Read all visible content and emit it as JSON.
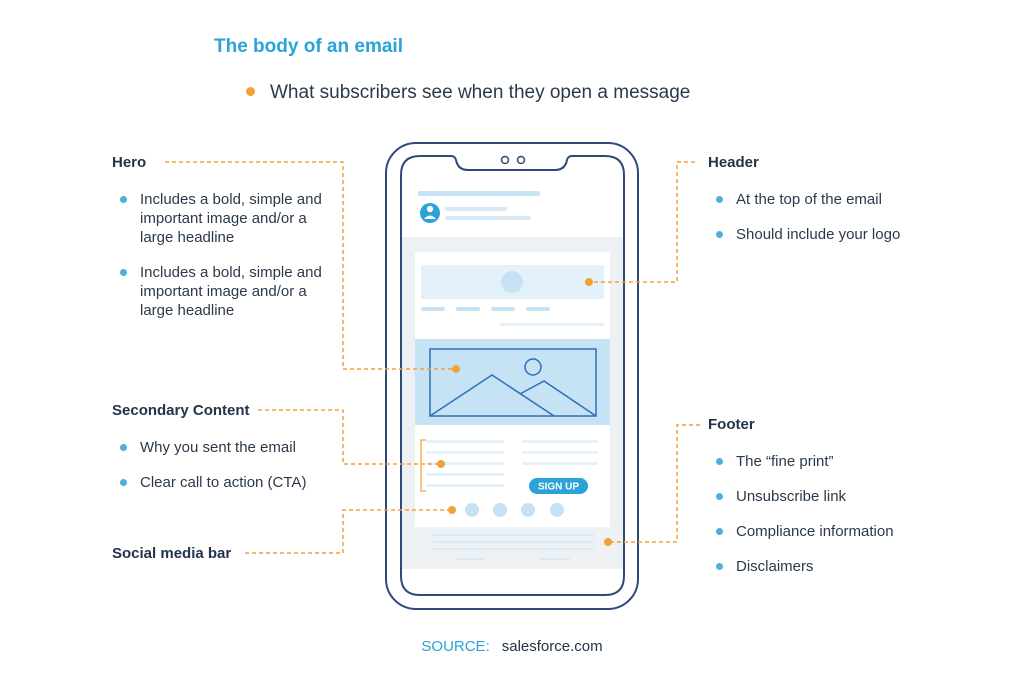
{
  "title": "The body of an email",
  "subtitle": "What subscribers see when they open a message",
  "sections": {
    "hero": {
      "title": "Hero",
      "bullets": [
        "Includes a bold, simple and important image and/or a large headline",
        "Includes a bold, simple and important image and/or a large headline"
      ]
    },
    "header": {
      "title": "Header",
      "bullets": [
        "At the top of the email",
        "Should include your logo"
      ]
    },
    "secondary": {
      "title": "Secondary Content",
      "bullets": [
        "Why you sent the email",
        "Clear call to action (CTA)"
      ]
    },
    "social": {
      "title": "Social media bar"
    },
    "footer": {
      "title": "Footer",
      "bullets": [
        "The “fine print”",
        "Unsubscribe link",
        "Compliance information",
        "Disclaimers"
      ]
    }
  },
  "phone": {
    "cta_label": "SIGN UP"
  },
  "source": {
    "label": "SOURCE:",
    "value": "salesforce.com"
  },
  "colors": {
    "accent_blue": "#2aa3d6",
    "accent_orange": "#f0a23a",
    "phone_outline": "#2e4a78",
    "light_blue": "#c6e2f5"
  }
}
